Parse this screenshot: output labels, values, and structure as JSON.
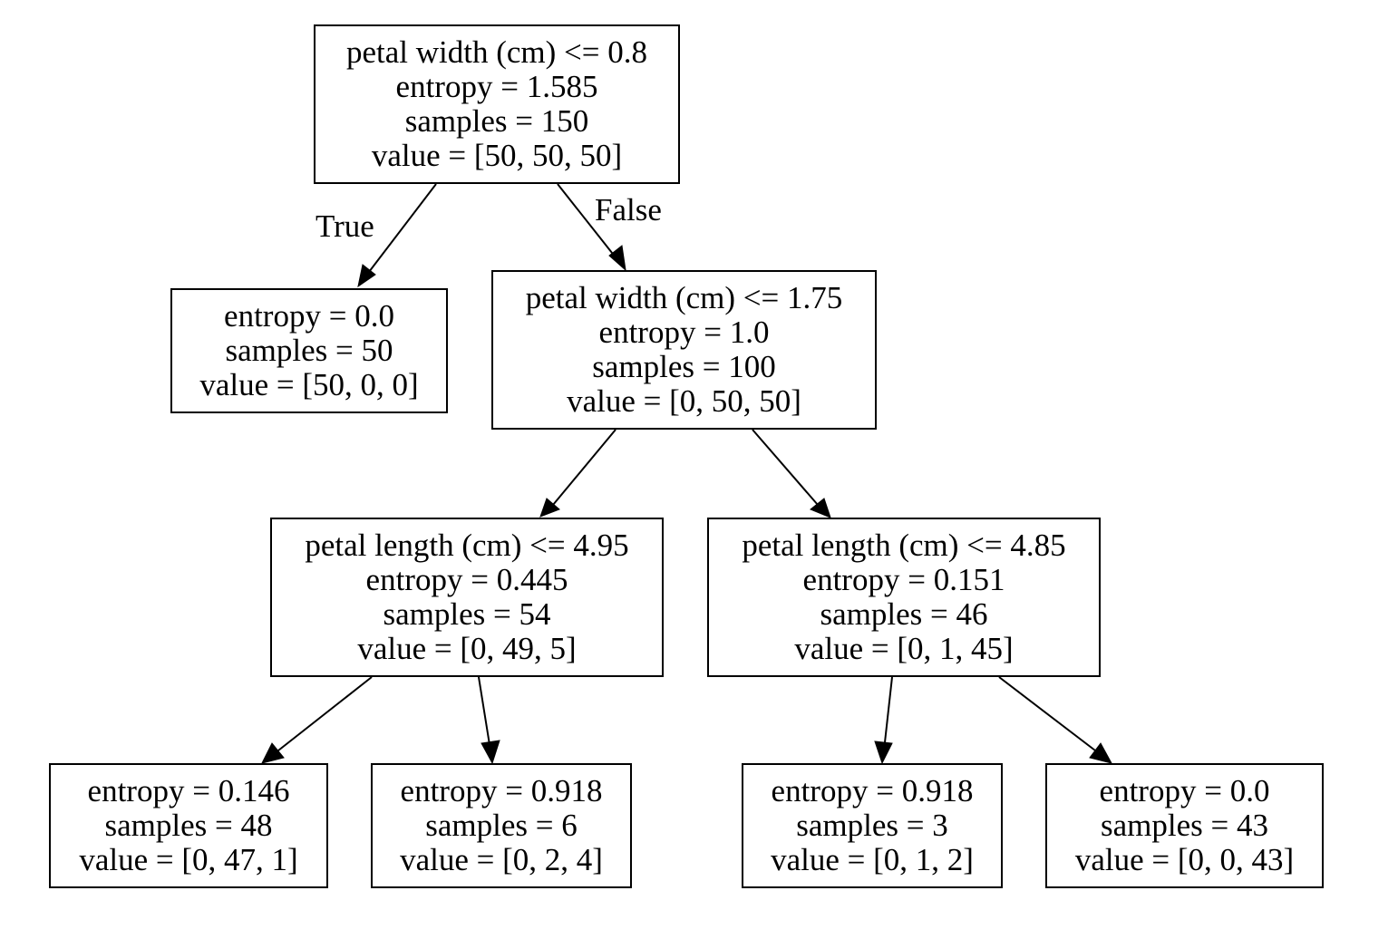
{
  "tree": {
    "root": {
      "split": "petal width (cm) <= 0.8",
      "entropy": "entropy = 1.585",
      "samples": "samples = 150",
      "value": "value = [50, 50, 50]"
    },
    "root_true_leaf": {
      "entropy": "entropy = 0.0",
      "samples": "samples = 50",
      "value": "value = [50, 0, 0]"
    },
    "root_false": {
      "split": "petal width (cm) <= 1.75",
      "entropy": "entropy = 1.0",
      "samples": "samples = 100",
      "value": "value = [0, 50, 50]"
    },
    "left_split": {
      "split": "petal length (cm) <= 4.95",
      "entropy": "entropy = 0.445",
      "samples": "samples = 54",
      "value": "value = [0, 49, 5]"
    },
    "right_split": {
      "split": "petal length (cm) <= 4.85",
      "entropy": "entropy = 0.151",
      "samples": "samples = 46",
      "value": "value = [0, 1, 45]"
    },
    "leaf_1": {
      "entropy": "entropy = 0.146",
      "samples": "samples = 48",
      "value": "value = [0, 47, 1]"
    },
    "leaf_2": {
      "entropy": "entropy = 0.918",
      "samples": "samples = 6",
      "value": "value = [0, 2, 4]"
    },
    "leaf_3": {
      "entropy": "entropy = 0.918",
      "samples": "samples = 3",
      "value": "value = [0, 1, 2]"
    },
    "leaf_4": {
      "entropy": "entropy = 0.0",
      "samples": "samples = 43",
      "value": "value = [0, 0, 43]"
    }
  },
  "edge_labels": {
    "true": "True",
    "false": "False"
  }
}
